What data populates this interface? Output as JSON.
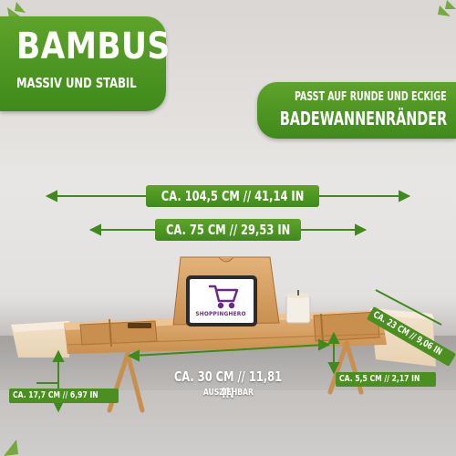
{
  "badge_main": {
    "title": "BAMBUS",
    "subtitle": "MASSIV UND STABIL"
  },
  "badge_right": {
    "line1": "PASST AUF RUNDE UND ECKIGE",
    "line2": "BADEWANNENRÄNDER"
  },
  "dimensions": {
    "max_length": "CA. 104,5 CM // 41,14 IN",
    "min_length": "CA. 75 CM // 29,53 IN",
    "width": "CA. 30 CM // 11,81 IN",
    "width_note": "AUSZIEHBAR",
    "height": "CA. 17,7 CM // 6,97 IN",
    "tray_height": "CA. 5,5 CM // 2,17 IN",
    "tray_width": "CA. 23 CM // 9,06 IN"
  },
  "logo": {
    "brand": "SHOPPINGHERO"
  },
  "colors": {
    "brand_green": "#4a8f20",
    "bamboo": "#d9a566",
    "arrow_green": "#3f8a1c"
  }
}
